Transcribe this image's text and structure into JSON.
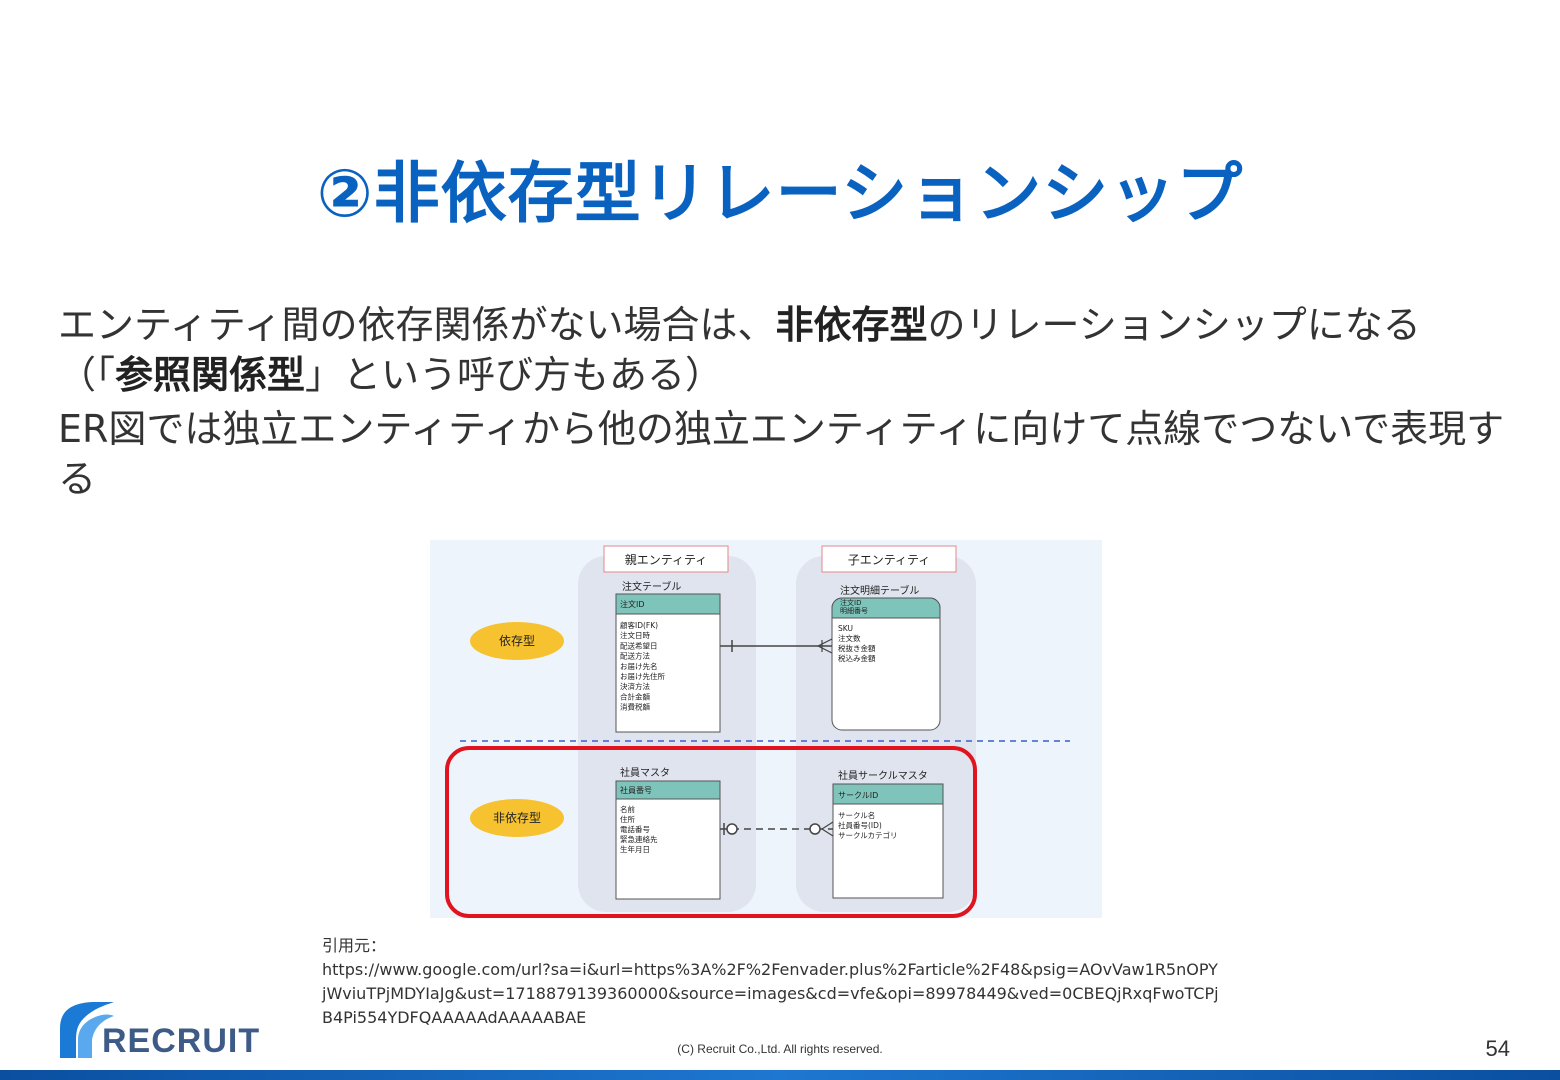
{
  "slide": {
    "title": "②非依存型リレーションシップ",
    "page_number": "54",
    "copyright": "(C) Recruit Co.,Ltd. All rights reserved."
  },
  "body": {
    "p1_a": "エンティティ間の依存関係がない場合は、",
    "p1_bold": "非依存型",
    "p1_b": "のリレーションシップになる",
    "p1_c": "（「",
    "p1_bold2": "参照関係型",
    "p1_d": "」という呼び方もある）",
    "p2": "ER図では独立エンティティから他の独立エンティティに向けて点線でつないで表現する"
  },
  "diagram": {
    "parent_header": "親エンティティ",
    "child_header": "子エンティティ",
    "dependent_label": "依存型",
    "independent_label": "非依存型",
    "order_table": {
      "title": "注文テーブル",
      "key": "注文ID",
      "fields": [
        "顧客ID(FK)",
        "注文日時",
        "配送希望日",
        "配送方法",
        "お届け先名",
        "お届け先住所",
        "決済方法",
        "合計金額",
        "消費税額"
      ]
    },
    "order_detail_table": {
      "title": "注文明細テーブル",
      "keys": [
        "注文ID",
        "明細番号"
      ],
      "fields": [
        "SKU",
        "注文数",
        "税抜き金額",
        "税込み金額"
      ]
    },
    "employee_table": {
      "title": "社員マスタ",
      "key": "社員番号",
      "fields": [
        "名前",
        "住所",
        "電話番号",
        "緊急連絡先",
        "生年月日"
      ]
    },
    "circle_table": {
      "title": "社員サークルマスタ",
      "key": "サークルID",
      "fields": [
        "サークル名",
        "社員番号(ID)",
        "サークルカテゴリ"
      ]
    },
    "colors": {
      "table_header": "#7fc4bb",
      "label_ellipse": "#f7c230",
      "highlight": "#e0141e",
      "divider": "#3a5fc8",
      "column_bg": "#dfe4ee"
    }
  },
  "citation": {
    "label": "引用元：",
    "url": "https://www.google.com/url?sa=i&url=https%3A%2F%2Fenvader.plus%2Farticle%2F48&psig=AOvVaw1R5nOPYjWviuTPjMDYIaJg&ust=1718879139360000&source=images&cd=vfe&opi=89978449&ved=0CBEQjRxqFwoTCPjB4Pi554YDFQAAAAAdAAAAABAE"
  },
  "logo": {
    "text": "RECRUIT"
  }
}
